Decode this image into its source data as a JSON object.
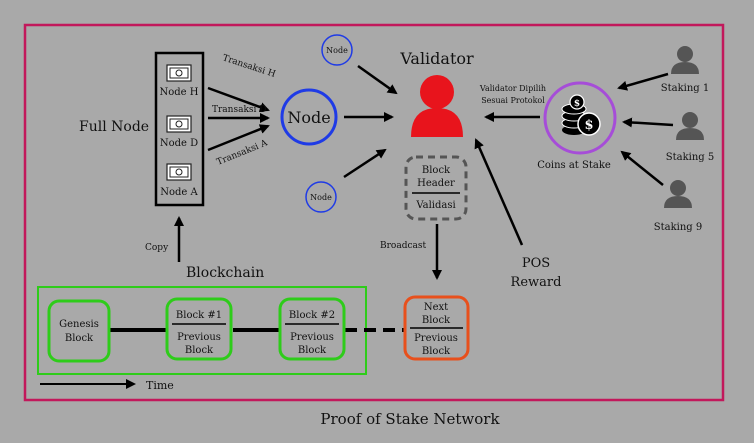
{
  "title": "Proof of Stake Network",
  "full_node": {
    "label": "Full Node",
    "nodes": [
      "Node H",
      "Node D",
      "Node A"
    ]
  },
  "transactions": [
    "Transaksi H",
    "Transaksi D",
    "Transaksi A"
  ],
  "central_node": "Node",
  "small_nodes": [
    "Node",
    "Node"
  ],
  "validator": {
    "label": "Validator",
    "selection_note_line1": "Validator Dipilih",
    "selection_note_line2": "Sesuai Protokol"
  },
  "coins": {
    "label": "Coins at Stake"
  },
  "stakers": [
    "Staking 1",
    "Staking 5",
    "Staking 9"
  ],
  "block_header": {
    "line1": "Block",
    "line2": "Header",
    "validation": "Validasi"
  },
  "broadcast": "Broadcast",
  "reward": {
    "line1": "POS",
    "line2": "Reward"
  },
  "copy": "Copy",
  "blockchain": {
    "label": "Blockchain",
    "genesis_line1": "Genesis",
    "genesis_line2": "Block",
    "blocks": [
      {
        "top": "Block #1",
        "bottom_line1": "Previous",
        "bottom_line2": "Block"
      },
      {
        "top": "Block #2",
        "bottom_line1": "Previous",
        "bottom_line2": "Block"
      }
    ],
    "next_block": {
      "top_line1": "Next",
      "top_line2": "Block",
      "bottom_line1": "Previous",
      "bottom_line2": "Block"
    }
  },
  "time": "Time",
  "colors": {
    "frame": "#c2185b",
    "node_blue": "#1f3be6",
    "validator_red": "#e8141c",
    "coin_purple": "#a64dd8",
    "block_green": "#2ecc1a",
    "next_orange": "#e8501c",
    "header_dash": "#555555"
  }
}
